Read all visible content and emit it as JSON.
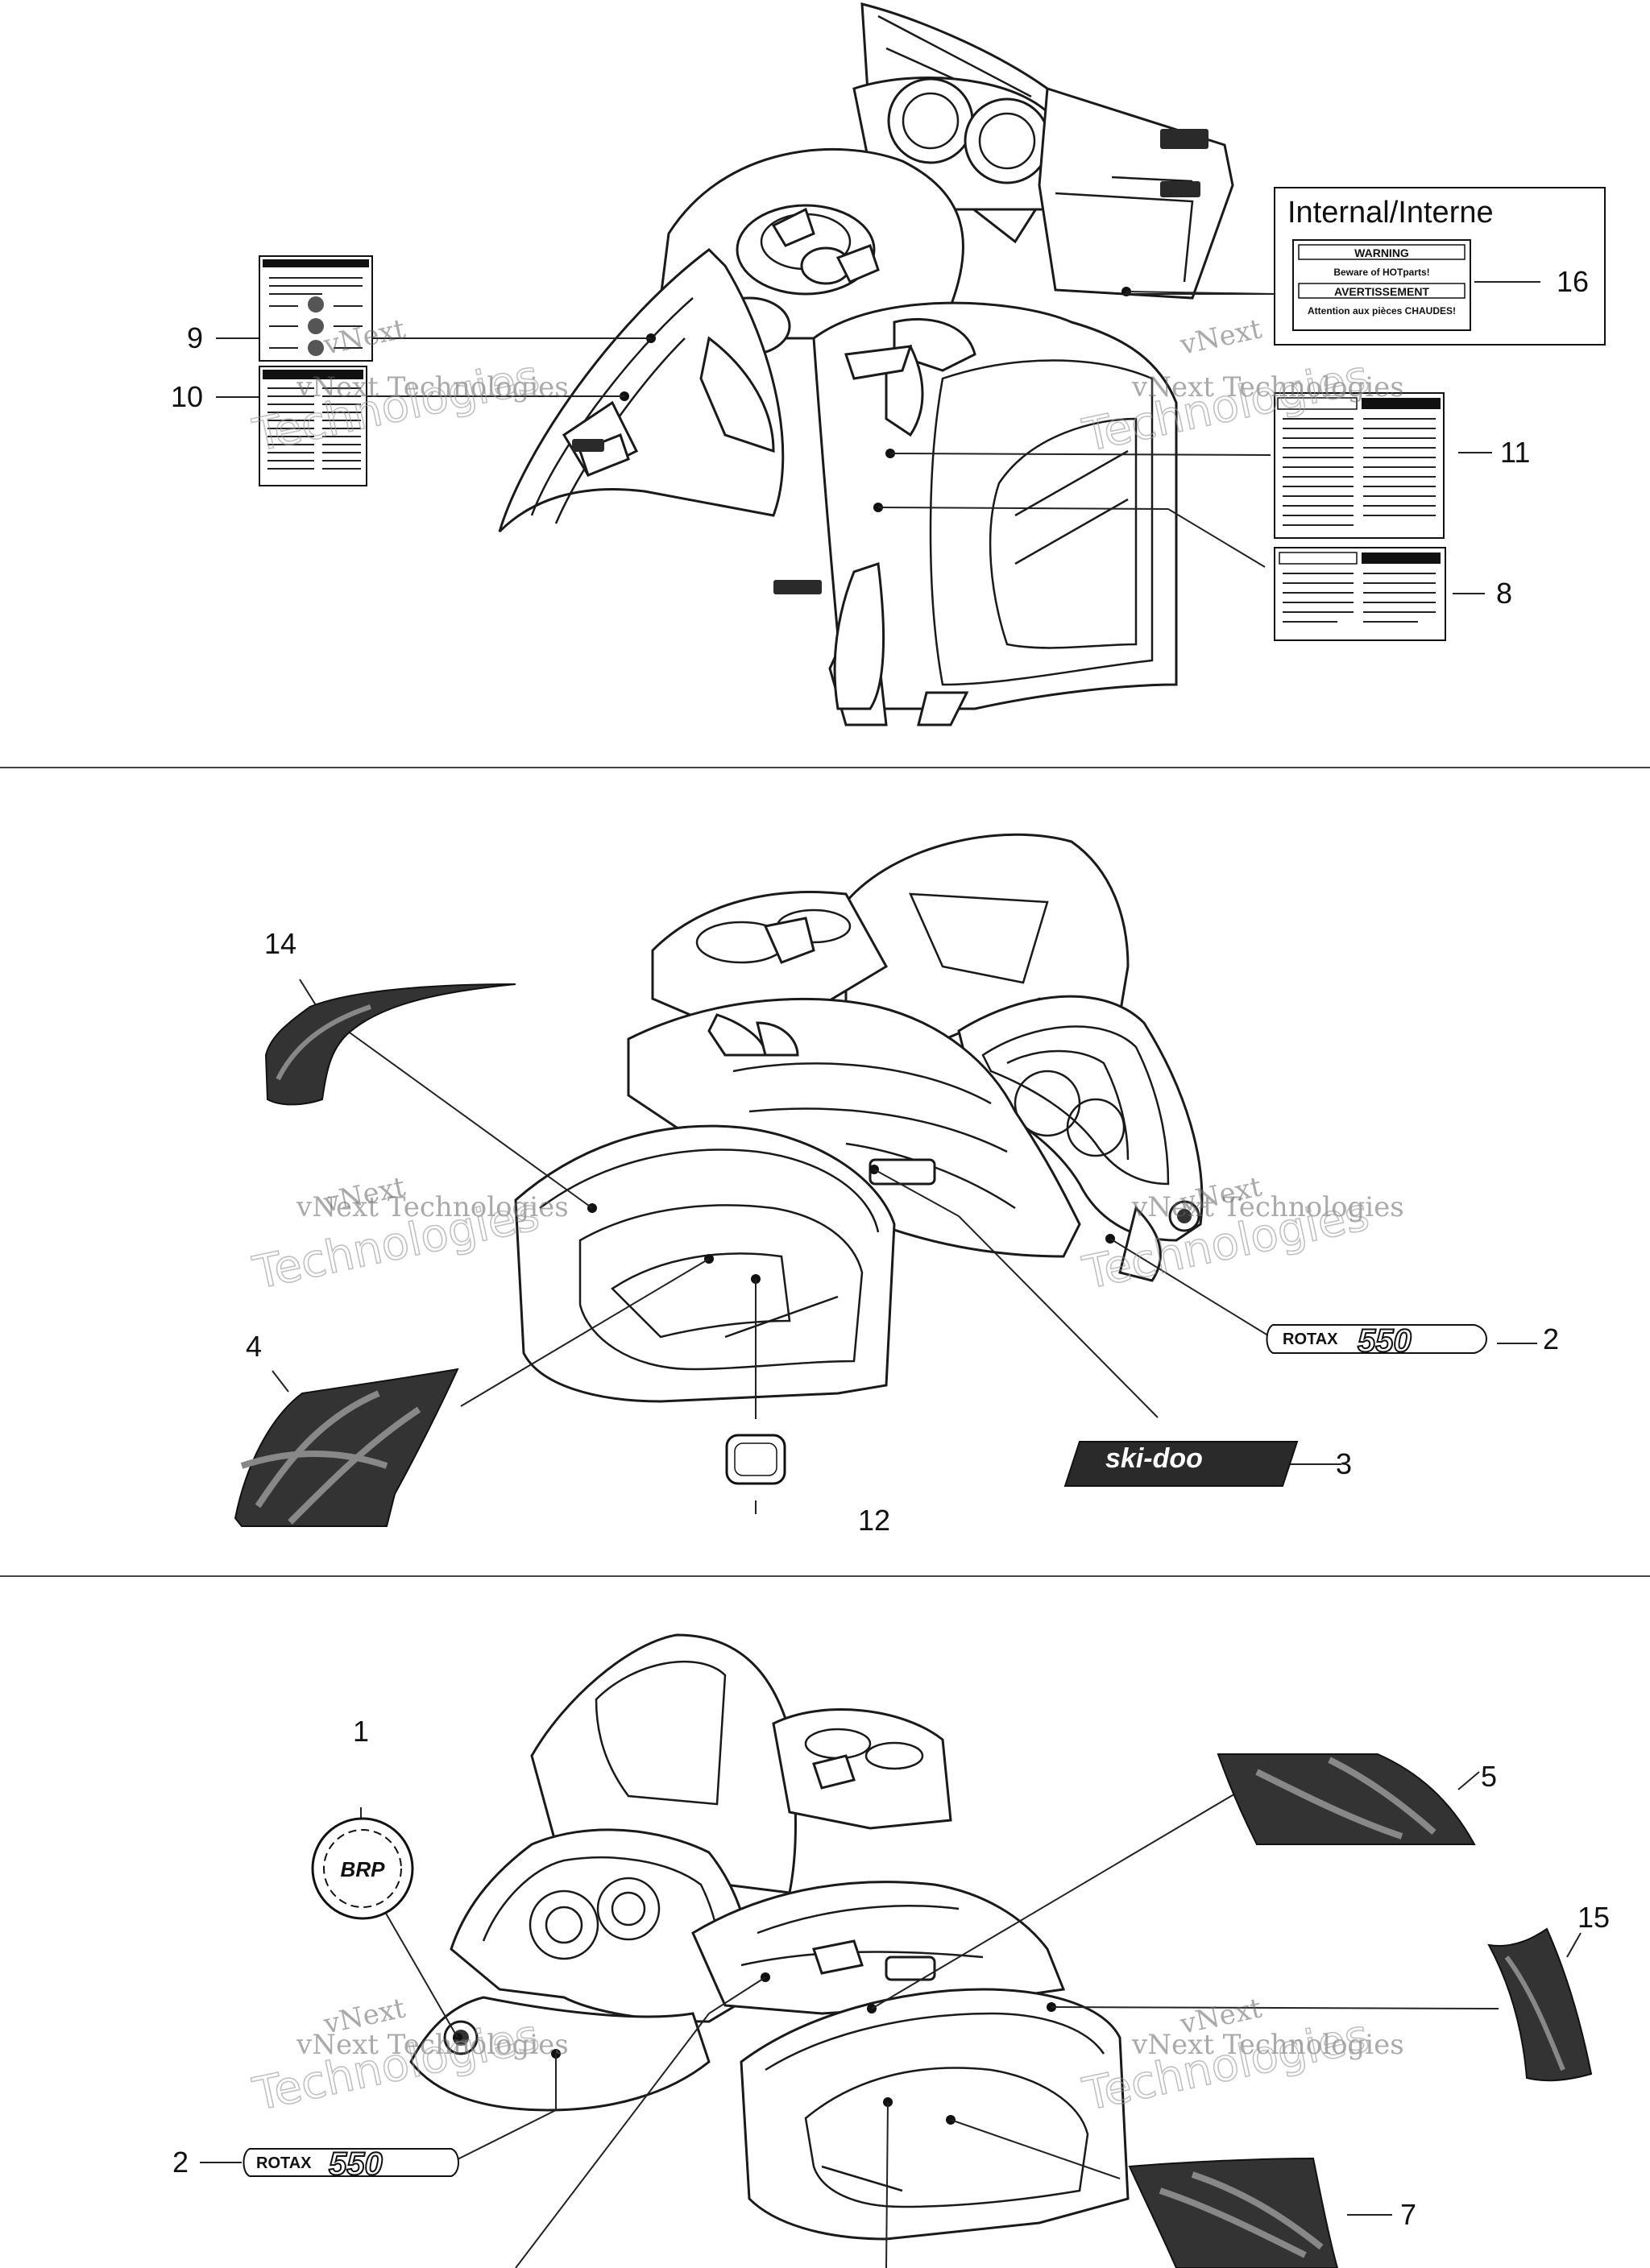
{
  "callouts": {
    "c1": "1",
    "c2a": "2",
    "c2b": "2",
    "c3": "3",
    "c4": "4",
    "c5": "5",
    "c7": "7",
    "c8": "8",
    "c9": "9",
    "c10": "10",
    "c11": "11",
    "c12": "12",
    "c14": "14",
    "c15": "15",
    "c16": "16"
  },
  "label16": {
    "title": "Internal/Interne",
    "warning": "WARNING",
    "warning_text": "Beware of HOTparts!",
    "avert": "AVERTISSEMENT",
    "avert_text": "Attention aux pièces CHAUDES!"
  },
  "decals": {
    "rotax_word": "ROTAX",
    "rotax_num": "550",
    "skidoo": "ski-doo",
    "brp": "BRP"
  },
  "watermark": {
    "line1": "vNext",
    "line2": "vNext Technologies",
    "line3": "Technologies"
  }
}
